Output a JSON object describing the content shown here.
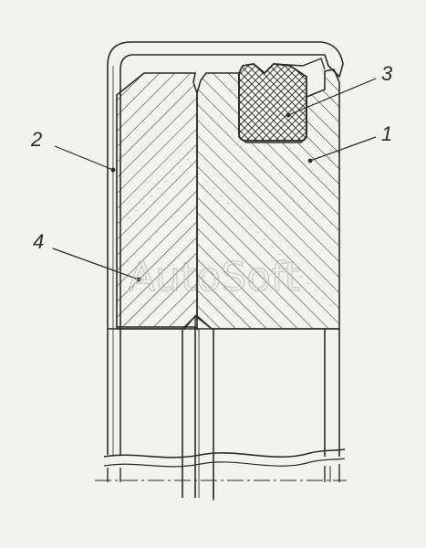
{
  "callouts": {
    "c1": "1",
    "c2": "2",
    "c3": "3",
    "c4": "4"
  },
  "watermark": "AutoSoft",
  "colors": {
    "ink": "#2a2a2a",
    "paper": "#f2f2ef",
    "watermark": "#b9b9b5"
  }
}
